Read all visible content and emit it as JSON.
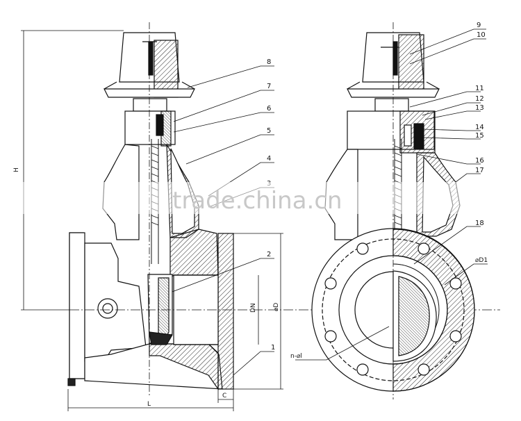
{
  "drawing": {
    "part_numbers": [
      "1",
      "2",
      "3",
      "4",
      "5",
      "6",
      "7",
      "8",
      "9",
      "10",
      "11",
      "12",
      "13",
      "14",
      "15",
      "16",
      "17",
      "18"
    ],
    "dimension_labels": {
      "H": "H",
      "L": "L",
      "C": "C",
      "DN": "DN",
      "D": "⌀D",
      "D1": "⌀D1",
      "bolt_holes": "n-⌀l"
    },
    "watermark": "trade.china.cn"
  }
}
